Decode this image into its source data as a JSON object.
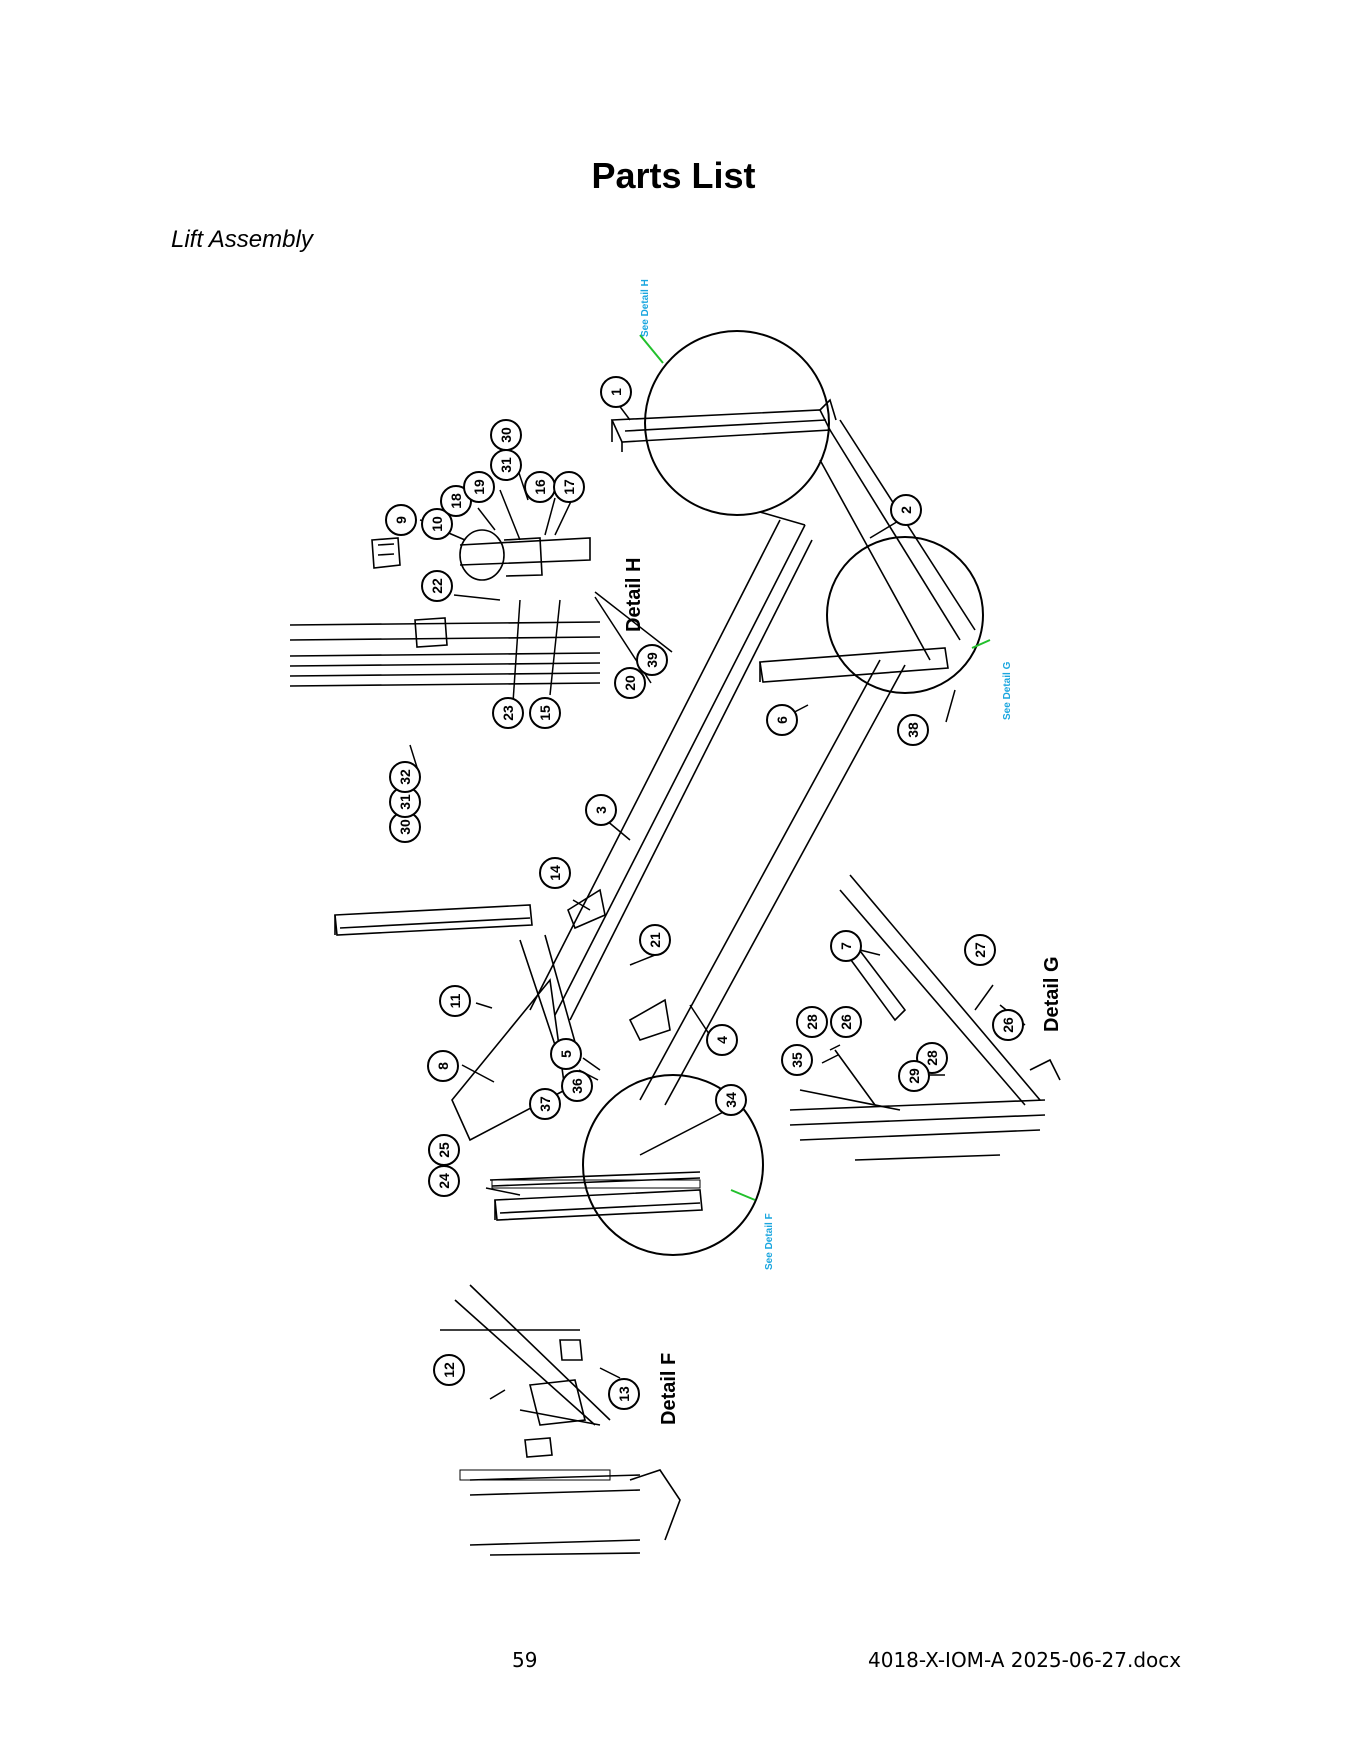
{
  "page": {
    "title": "Parts List",
    "section": "Lift Assembly",
    "page_number": "59",
    "doc_name": "4018-X-IOM-A 2025-06-27.docx"
  },
  "detail_labels": {
    "H": "Detail H",
    "G": "Detail G",
    "F": "Detail F"
  },
  "callout_notes": {
    "see_h": "See Detail H",
    "see_g": "See Detail G",
    "see_f": "See Detail F"
  },
  "balloons": [
    "1",
    "2",
    "3",
    "4",
    "5",
    "6",
    "7",
    "8",
    "9",
    "10",
    "11",
    "12",
    "13",
    "14",
    "15",
    "16",
    "17",
    "18",
    "19",
    "20",
    "21",
    "22",
    "23",
    "24",
    "25",
    "26",
    "26",
    "27",
    "28",
    "28",
    "29",
    "30",
    "30",
    "31",
    "31",
    "32",
    "34",
    "35",
    "36",
    "37",
    "38",
    "39"
  ]
}
